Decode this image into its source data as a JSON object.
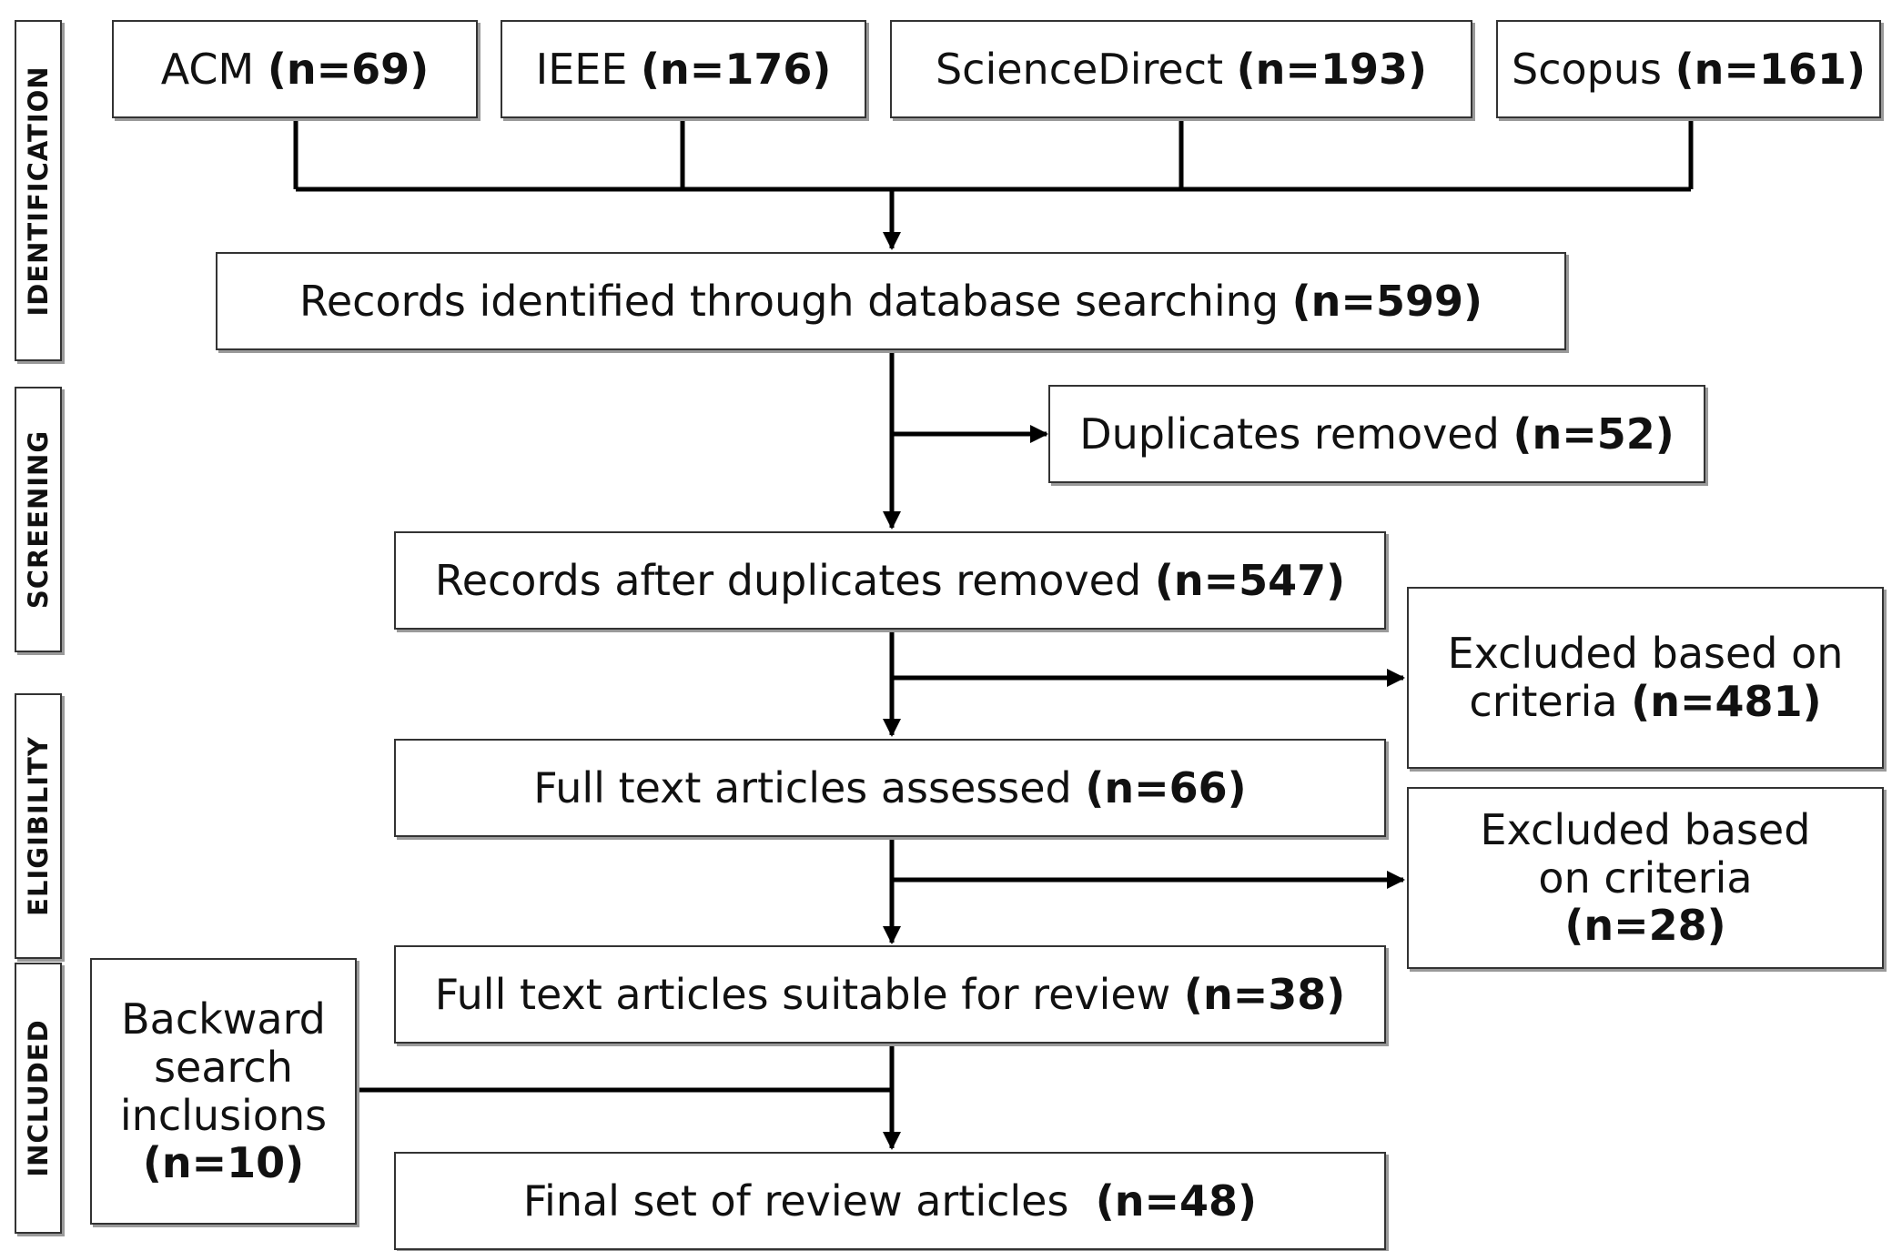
{
  "stages": [
    {
      "id": "identification",
      "label": "IDENTIFICATION"
    },
    {
      "id": "screening",
      "label": "SCREENING"
    },
    {
      "id": "eligibility",
      "label": "ELIGIBILITY"
    },
    {
      "id": "included",
      "label": "INCLUDED"
    }
  ],
  "sources": [
    {
      "name": "ACM",
      "count": "(n=69)"
    },
    {
      "name": "IEEE",
      "count": "(n=176)"
    },
    {
      "name": "ScienceDirect",
      "count": "(n=193)"
    },
    {
      "name": "Scopus",
      "count": "(n=161)"
    }
  ],
  "records_identified": {
    "text": "Records identified through database searching",
    "count": "(n=599)"
  },
  "duplicates_removed": {
    "text": "Duplicates removed",
    "count": "(n=52)"
  },
  "records_after_dedup": {
    "text": "Records after duplicates removed",
    "count": "(n=547)"
  },
  "excluded_1": {
    "line1": "Excluded based on",
    "line2": "criteria",
    "count": "(n=481)"
  },
  "full_text_assessed": {
    "text": "Full text articles assessed",
    "count": "(n=66)"
  },
  "excluded_2": {
    "line1": "Excluded based",
    "line2": "on criteria",
    "count": "(n=28)"
  },
  "suitable": {
    "text": "Full text articles suitable for review",
    "count": "(n=38)"
  },
  "backward": {
    "line1": "Backward",
    "line2": "search",
    "line3": "inclusions",
    "count": "(n=10)"
  },
  "final": {
    "text": "Final set of review articles",
    "count": "(n=48)"
  }
}
